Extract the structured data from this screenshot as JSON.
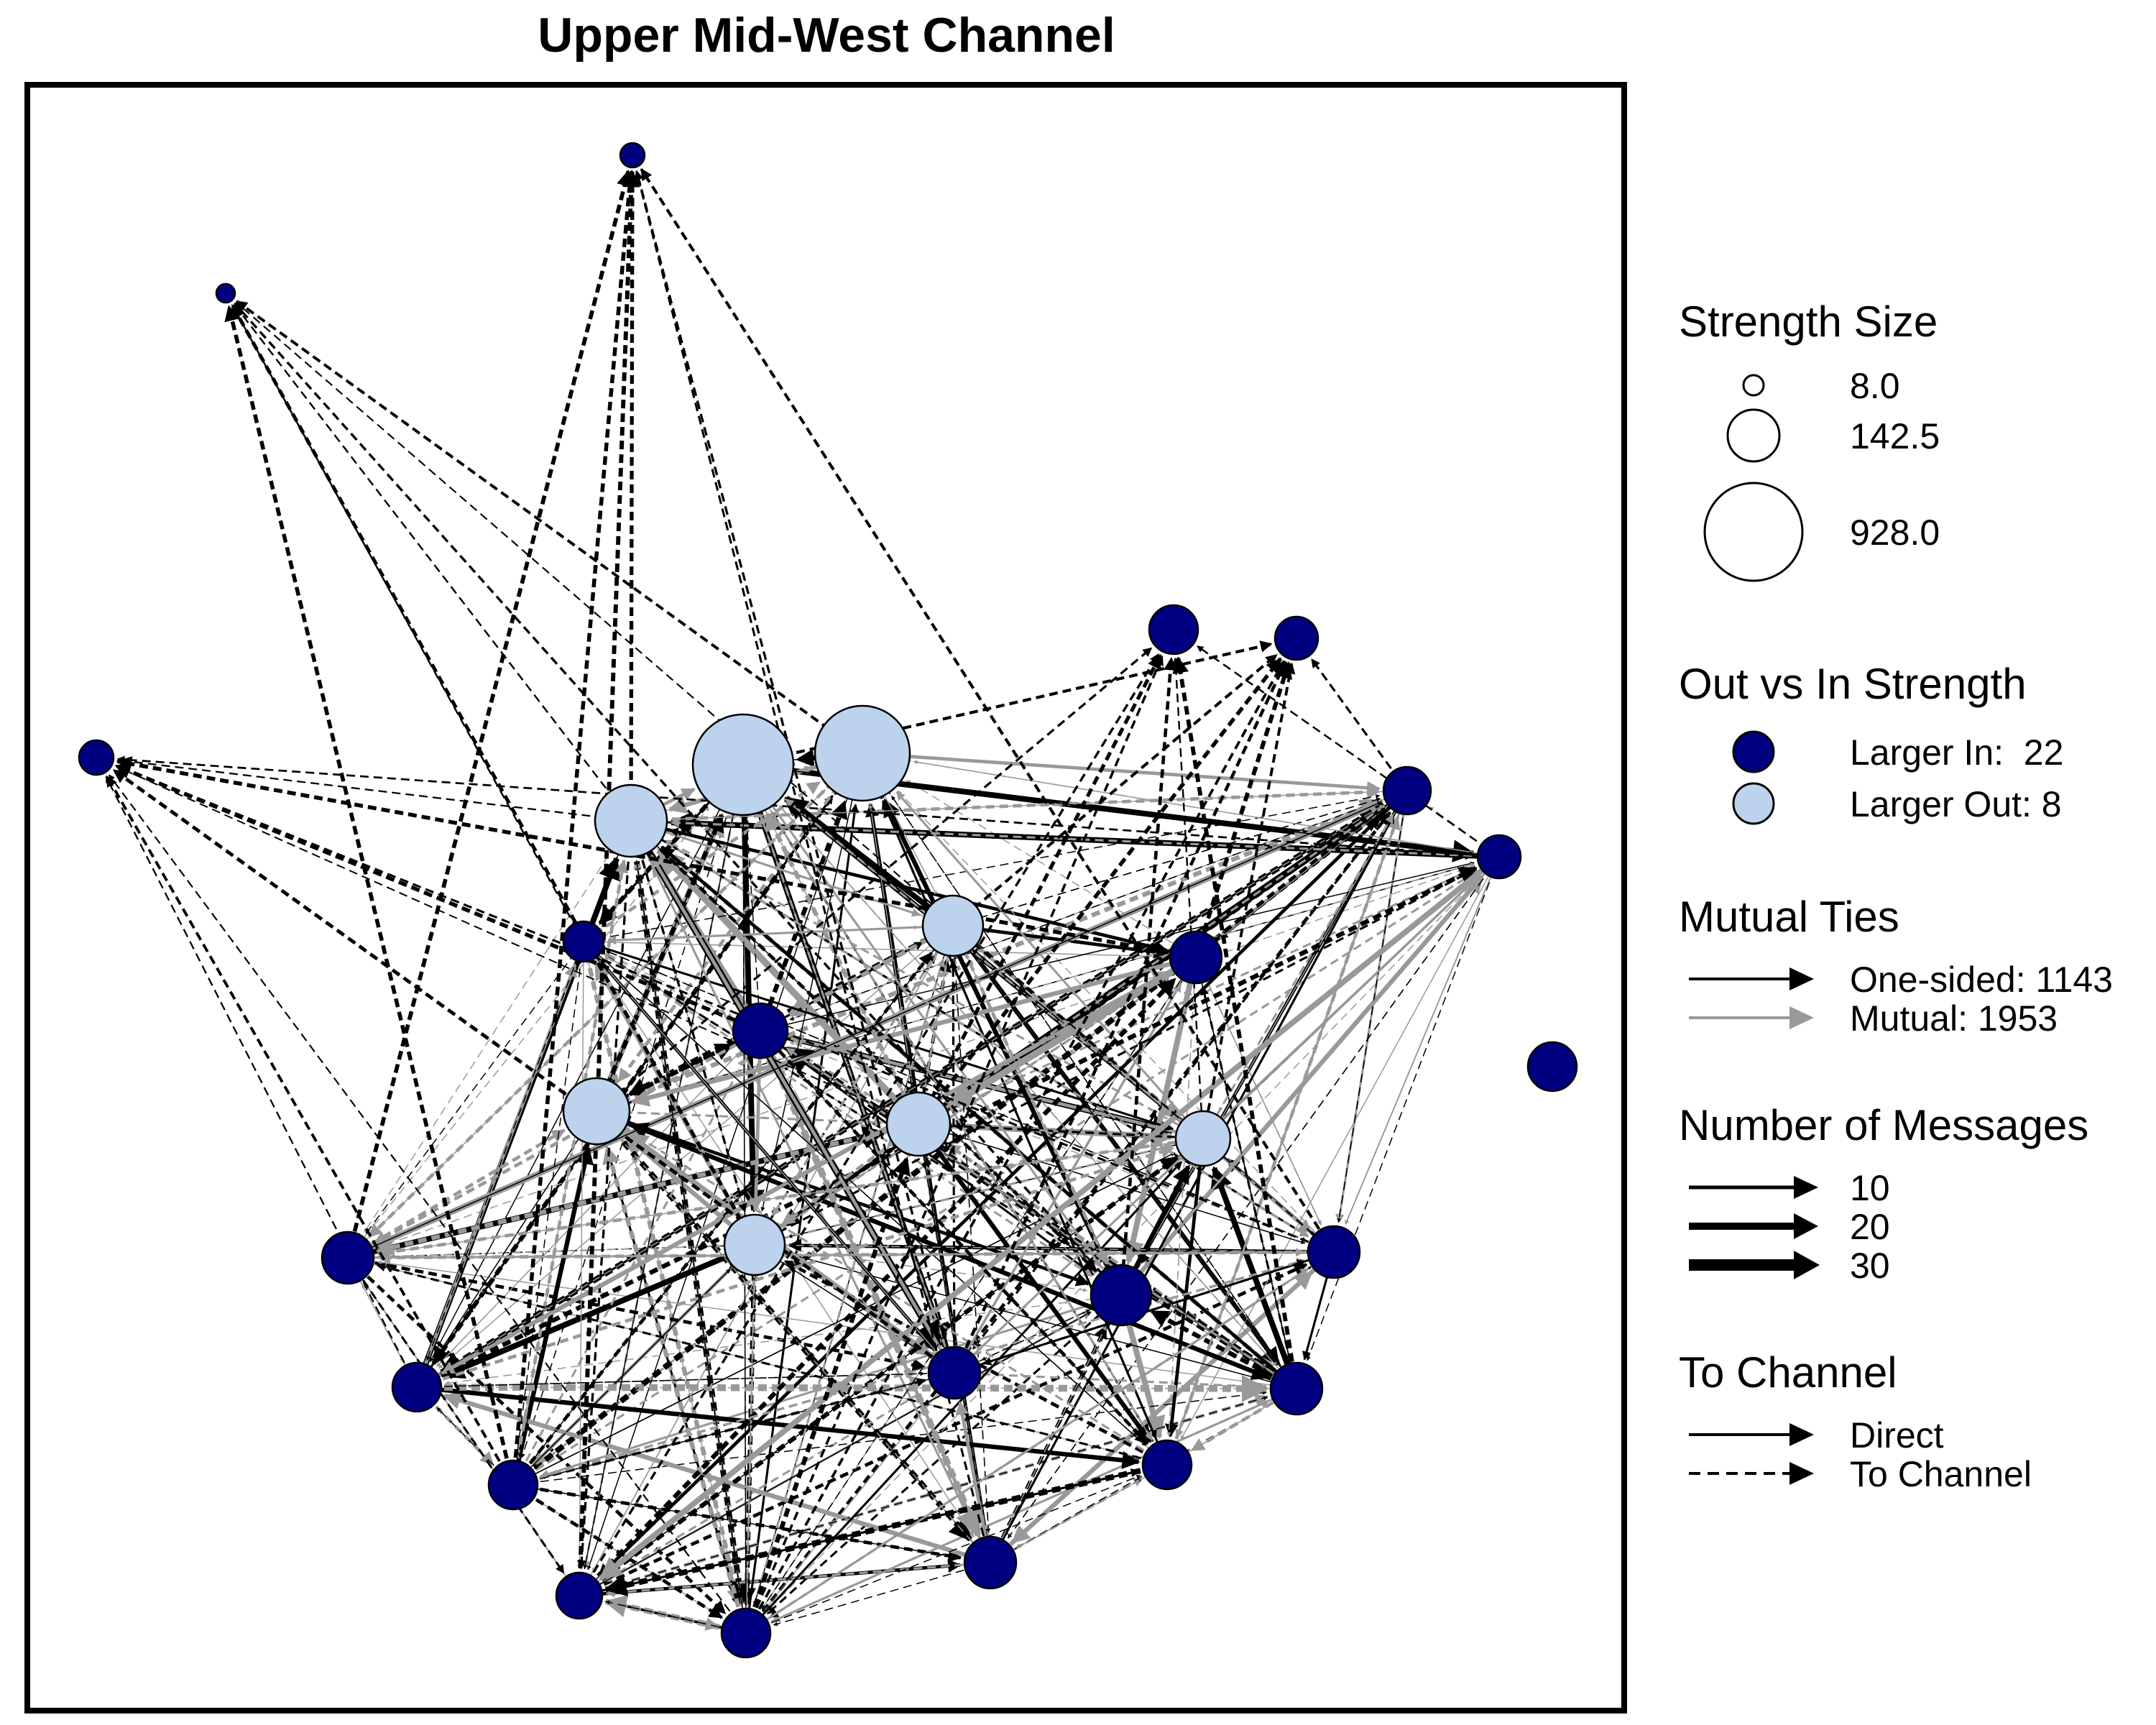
{
  "title": "Upper Mid-West Channel",
  "colors": {
    "larger_in": "#000080",
    "larger_out": "#BDD2EC",
    "one_sided_edge": "#000000",
    "mutual_edge": "#999999",
    "background": "#FFFFFF",
    "frame": "#000000"
  },
  "legend": {
    "strength_size": {
      "heading": "Strength Size",
      "items": [
        {
          "label": "8.0",
          "value": 8.0
        },
        {
          "label": "142.5",
          "value": 142.5
        },
        {
          "label": "928.0",
          "value": 928.0
        }
      ]
    },
    "out_vs_in": {
      "heading": "Out vs In Strength",
      "items": [
        {
          "label": "Larger In:  22",
          "category": "larger_in",
          "count": 22
        },
        {
          "label": "Larger Out: 8",
          "category": "larger_out",
          "count": 8
        }
      ]
    },
    "mutual_ties": {
      "heading": "Mutual Ties",
      "items": [
        {
          "label": "One-sided: 1143",
          "category": "one_sided",
          "count": 1143
        },
        {
          "label": "Mutual: 1953",
          "category": "mutual",
          "count": 1953
        }
      ]
    },
    "messages": {
      "heading": "Number of Messages",
      "items": [
        {
          "label": "10",
          "value": 10
        },
        {
          "label": "20",
          "value": 20
        },
        {
          "label": "30",
          "value": 30
        }
      ]
    },
    "to_channel": {
      "heading": "To Channel",
      "items": [
        {
          "label": "Direct",
          "style": "solid"
        },
        {
          "label": "To Channel",
          "style": "dashed"
        }
      ]
    }
  }
}
